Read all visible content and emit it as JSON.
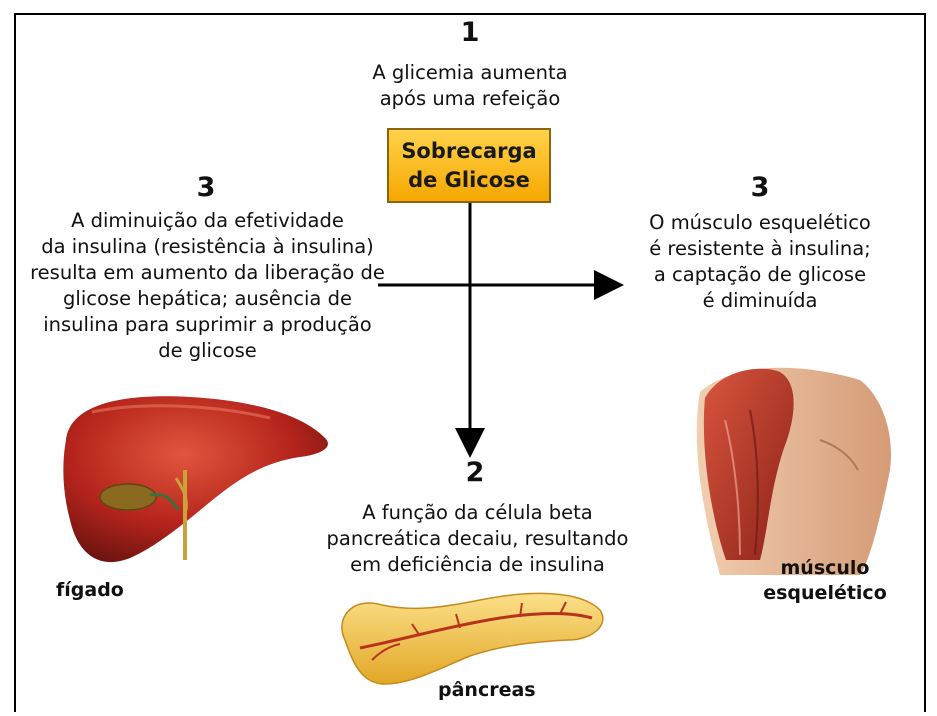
{
  "top": {
    "number": "1",
    "text": "A glicemia aumenta\napós uma refeição"
  },
  "center_box": {
    "label": "Sobrecarga\nde Glicose"
  },
  "left": {
    "number": "3",
    "text": "A diminuição da efetividade\nda insulina (resistência à insulina)\nresulta em aumento da liberação de\nglicose hepática; ausência de\ninsulina para suprimir a produção\nde glicose",
    "organ_label": "fígado"
  },
  "right": {
    "number": "3",
    "text": "O músculo esquelético\né resistente à insulina;\na captação de glicose\né diminuída",
    "organ_label": "músculo\nesquelético"
  },
  "bottom": {
    "number": "2",
    "text": "A função da célula beta\npancreática decaiu, resultando\nem deficiência de insulina",
    "organ_label": "pâncreas"
  },
  "colors": {
    "box_fill": "#ffc21f",
    "box_border": "#8a6414",
    "liver": "#b5241c",
    "muscle": "#b8342a",
    "pancreas": "#f2c24a",
    "skin": "#e2b28c"
  },
  "icons": {
    "liver": "liver-illustration",
    "pancreas": "pancreas-illustration",
    "muscle": "muscle-illustration"
  }
}
